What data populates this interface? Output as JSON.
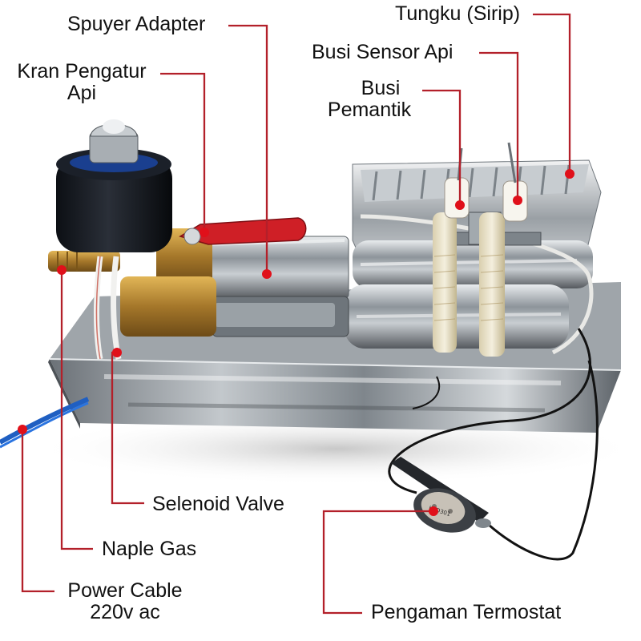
{
  "colors": {
    "leader_line": "#b3202a",
    "dot": "#e0101a",
    "background": "#ffffff",
    "text": "#111111"
  },
  "labels": {
    "spuyer_adapter": "Spuyer Adapter",
    "kran_pengatur_line1": "Kran Pengatur",
    "kran_pengatur_line2": "Api",
    "tungku": "Tungku (Sirip)",
    "busi_sensor": "Busi Sensor Api",
    "busi_pemantik_line1": "Busi",
    "busi_pemantik_line2": "Pemantik",
    "selenoid_valve": "Selenoid Valve",
    "naple_gas": "Naple Gas",
    "power_cable_line1": "Power Cable",
    "power_cable_line2": "220v ac",
    "pengaman_termostat": "Pengaman Termostat"
  },
  "photo_markings": {
    "thermostat_stamp": "KSD301"
  }
}
